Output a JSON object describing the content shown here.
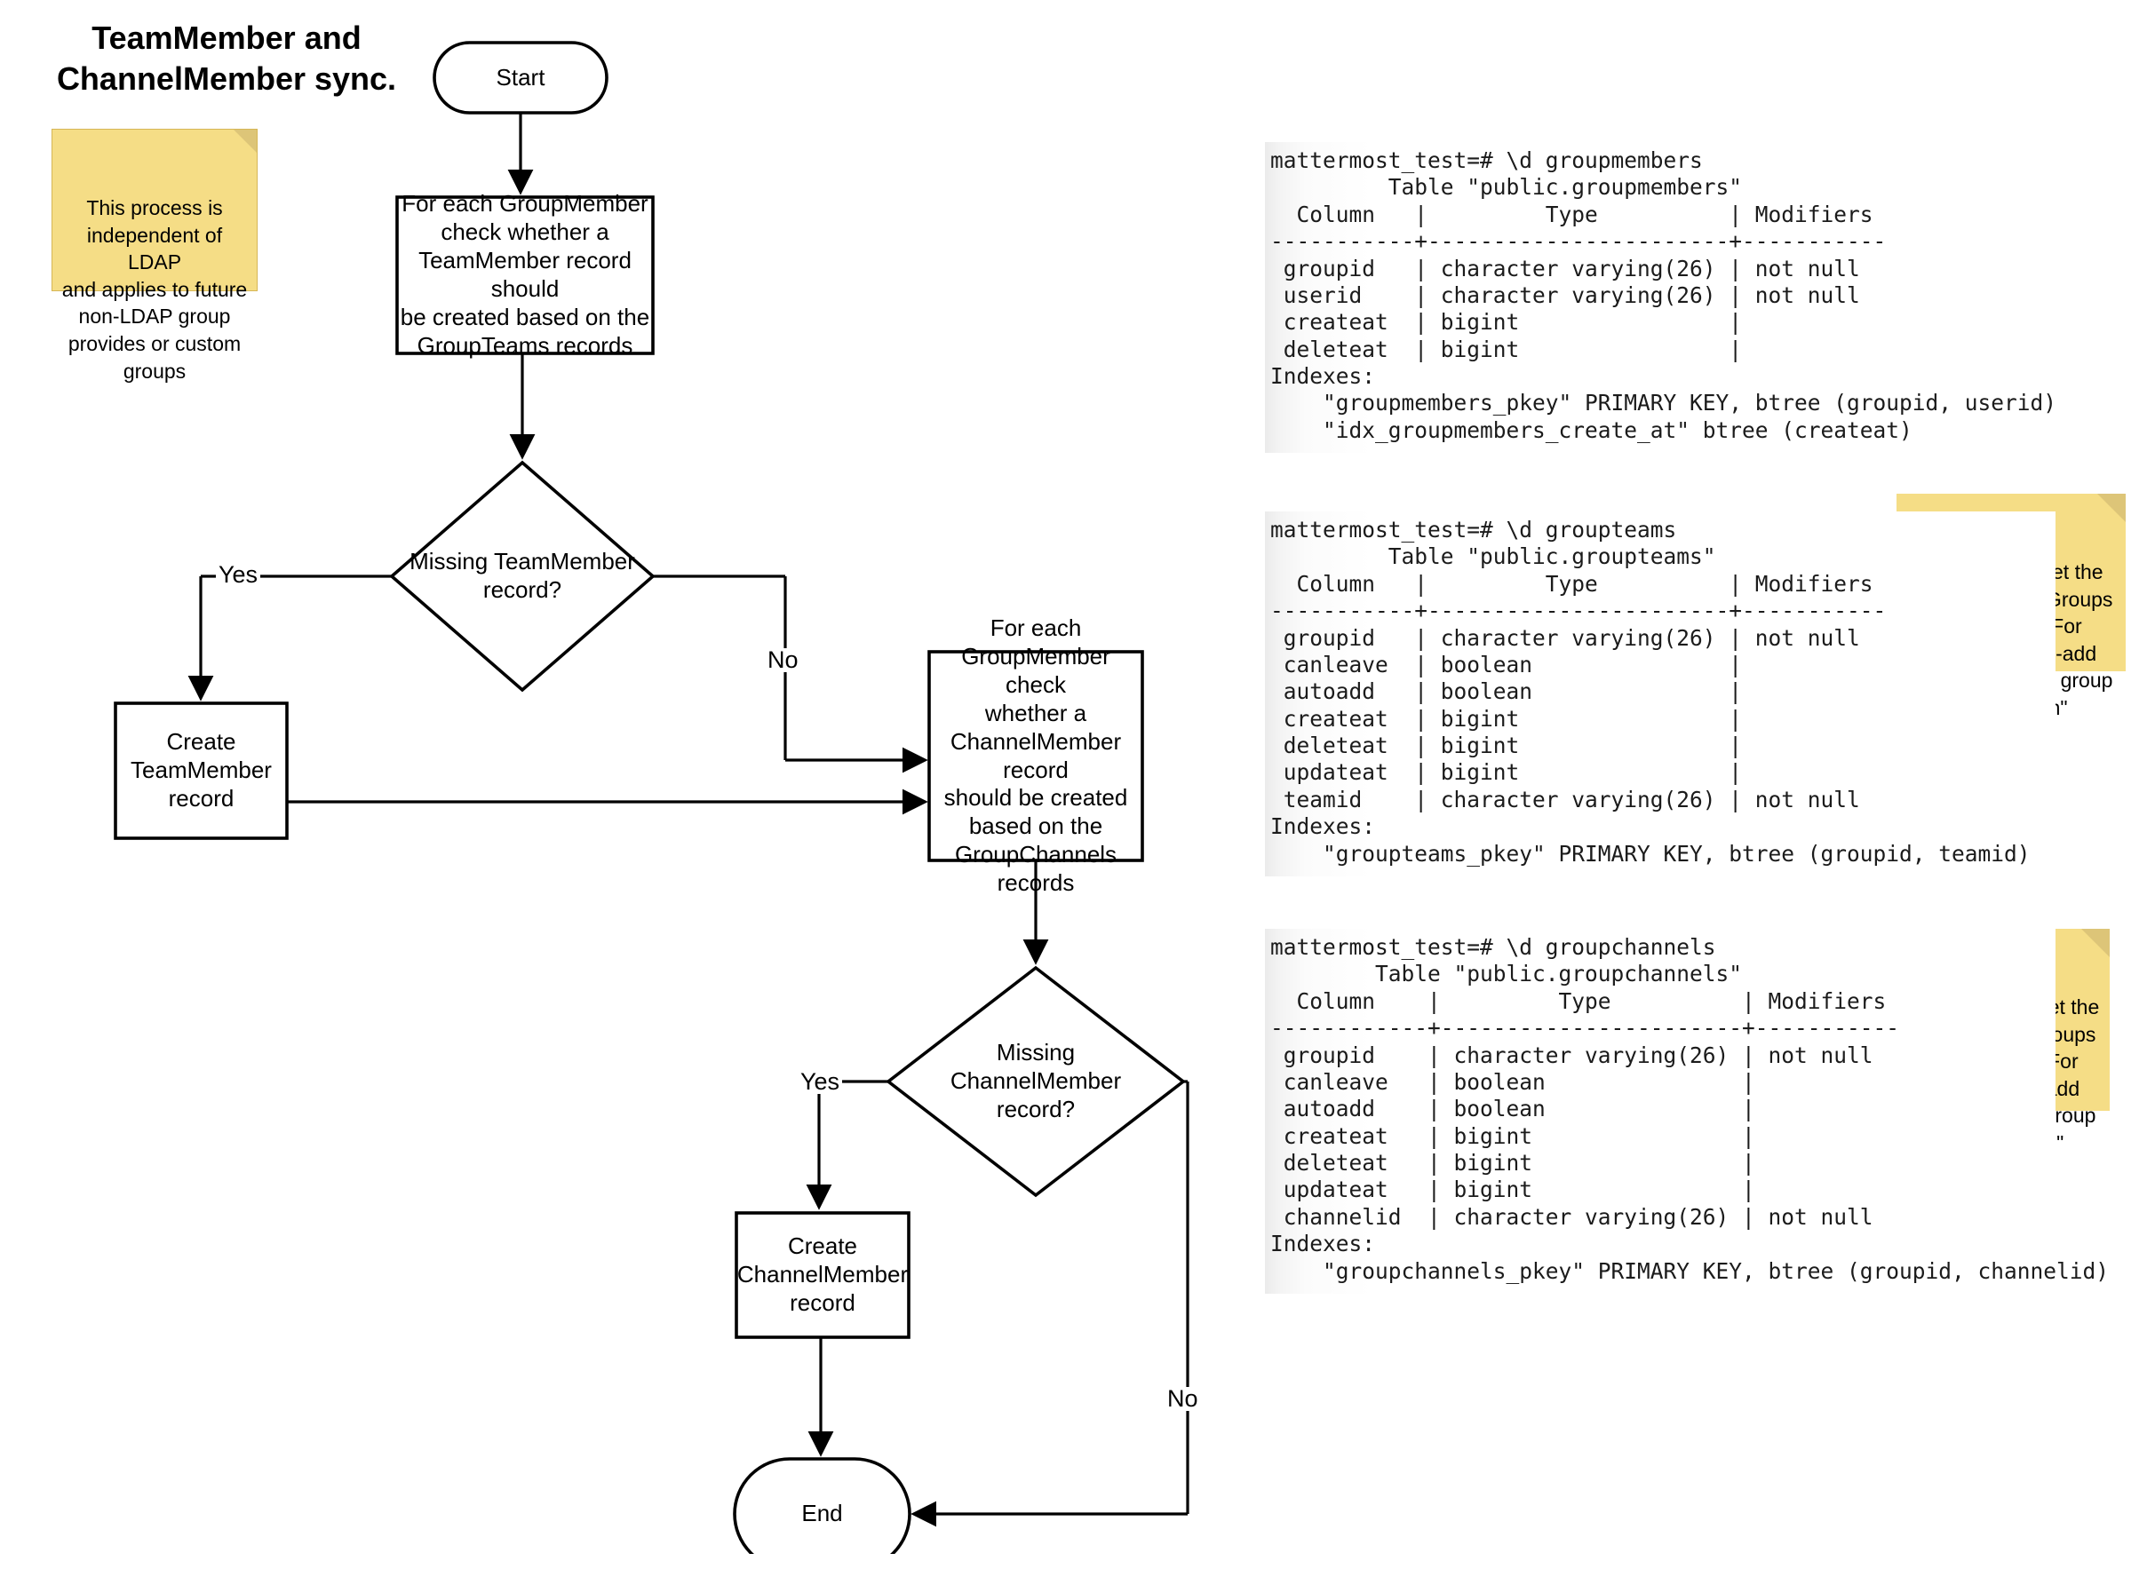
{
  "diagram": {
    "title": "TeamMember and\nChannelMember sync.",
    "nodes": {
      "start": "Start",
      "process_teams": "For each GroupMember\ncheck whether a\nTeamMember record should\nbe created based on the\nGroupTeams records",
      "decision_team": "Missing TeamMember\nrecord?",
      "create_teammember": "Create\nTeamMember\nrecord",
      "process_channels": "For each\nGroupMember check\nwhether a\nChannelMember record\nshould be created\nbased on the\nGroupChannels\nrecords",
      "decision_channel": "Missing\nChannelMember\nrecord?",
      "create_channelmember": "Create\nChannelMember\nrecord",
      "end": "End"
    },
    "edge_labels": {
      "team_yes": "Yes",
      "team_no": "No",
      "channel_yes": "Yes",
      "channel_no": "No"
    },
    "colors": {
      "stroke": "#000000",
      "node_fill": "#ffffff",
      "sticky_fill": "#f5dd86",
      "sticky_border": "#d6b656",
      "sticky_fold": "#ddc578"
    }
  },
  "notes": [
    {
      "id": "note-ldap",
      "text": "This process is\nindependent of LDAP\nand applies to future\nnon-LDAP group\nprovides or custom\ngroups"
    },
    {
      "id": "note-groupteams",
      "text": "GroupTeams set the\nlink between a Groups\nand Teams. For\nexample \"auto-add\nmembers of this group\nto this team\""
    },
    {
      "id": "note-groupchannels",
      "text": "GroupChannels set the\nlink between a Groups\nand Channels. For\nexample \"auto-add\nmembers of this group\nto this channel\""
    }
  ],
  "sql_blocks": [
    {
      "id": "groupmembers",
      "prompt": "mattermost_test=# \\d groupmembers",
      "text": "mattermost_test=# \\d groupmembers\n         Table \"public.groupmembers\"\n  Column   |         Type          | Modifiers\n-----------+-----------------------+-----------\n groupid   | character varying(26) | not null\n userid    | character varying(26) | not null\n createat  | bigint                |\n deleteat  | bigint                |\nIndexes:\n    \"groupmembers_pkey\" PRIMARY KEY, btree (groupid, userid)\n    \"idx_groupmembers_create_at\" btree (createat)",
      "table_name": "public.groupmembers",
      "headers": [
        "Column",
        "Type",
        "Modifiers"
      ],
      "rows": [
        [
          "groupid",
          "character varying(26)",
          "not null"
        ],
        [
          "userid",
          "character varying(26)",
          "not null"
        ],
        [
          "createat",
          "bigint",
          ""
        ],
        [
          "deleteat",
          "bigint",
          ""
        ]
      ],
      "indexes": [
        "\"groupmembers_pkey\" PRIMARY KEY, btree (groupid, userid)",
        "\"idx_groupmembers_create_at\" btree (createat)"
      ]
    },
    {
      "id": "groupteams",
      "prompt": "mattermost_test=# \\d groupteams",
      "text": "mattermost_test=# \\d groupteams\n         Table \"public.groupteams\"\n  Column   |         Type          | Modifiers\n-----------+-----------------------+-----------\n groupid   | character varying(26) | not null\n canleave  | boolean               |\n autoadd   | boolean               |\n createat  | bigint                |\n deleteat  | bigint                |\n updateat  | bigint                |\n teamid    | character varying(26) | not null\nIndexes:\n    \"groupteams_pkey\" PRIMARY KEY, btree (groupid, teamid)",
      "table_name": "public.groupteams",
      "headers": [
        "Column",
        "Type",
        "Modifiers"
      ],
      "rows": [
        [
          "groupid",
          "character varying(26)",
          "not null"
        ],
        [
          "canleave",
          "boolean",
          ""
        ],
        [
          "autoadd",
          "boolean",
          ""
        ],
        [
          "createat",
          "bigint",
          ""
        ],
        [
          "deleteat",
          "bigint",
          ""
        ],
        [
          "updateat",
          "bigint",
          ""
        ],
        [
          "teamid",
          "character varying(26)",
          "not null"
        ]
      ],
      "indexes": [
        "\"groupteams_pkey\" PRIMARY KEY, btree (groupid, teamid)"
      ]
    },
    {
      "id": "groupchannels",
      "prompt": "mattermost_test=# \\d groupchannels",
      "text": "mattermost_test=# \\d groupchannels\n        Table \"public.groupchannels\"\n  Column    |         Type          | Modifiers\n------------+-----------------------+-----------\n groupid    | character varying(26) | not null\n canleave   | boolean               |\n autoadd    | boolean               |\n createat   | bigint                |\n deleteat   | bigint                |\n updateat   | bigint                |\n channelid  | character varying(26) | not null\nIndexes:\n    \"groupchannels_pkey\" PRIMARY KEY, btree (groupid, channelid)",
      "table_name": "public.groupchannels",
      "headers": [
        "Column",
        "Type",
        "Modifiers"
      ],
      "rows": [
        [
          "groupid",
          "character varying(26)",
          "not null"
        ],
        [
          "canleave",
          "boolean",
          ""
        ],
        [
          "autoadd",
          "boolean",
          ""
        ],
        [
          "createat",
          "bigint",
          ""
        ],
        [
          "deleteat",
          "bigint",
          ""
        ],
        [
          "updateat",
          "bigint",
          ""
        ],
        [
          "channelid",
          "character varying(26)",
          "not null"
        ]
      ],
      "indexes": [
        "\"groupchannels_pkey\" PRIMARY KEY, btree (groupid, channelid)"
      ]
    }
  ]
}
